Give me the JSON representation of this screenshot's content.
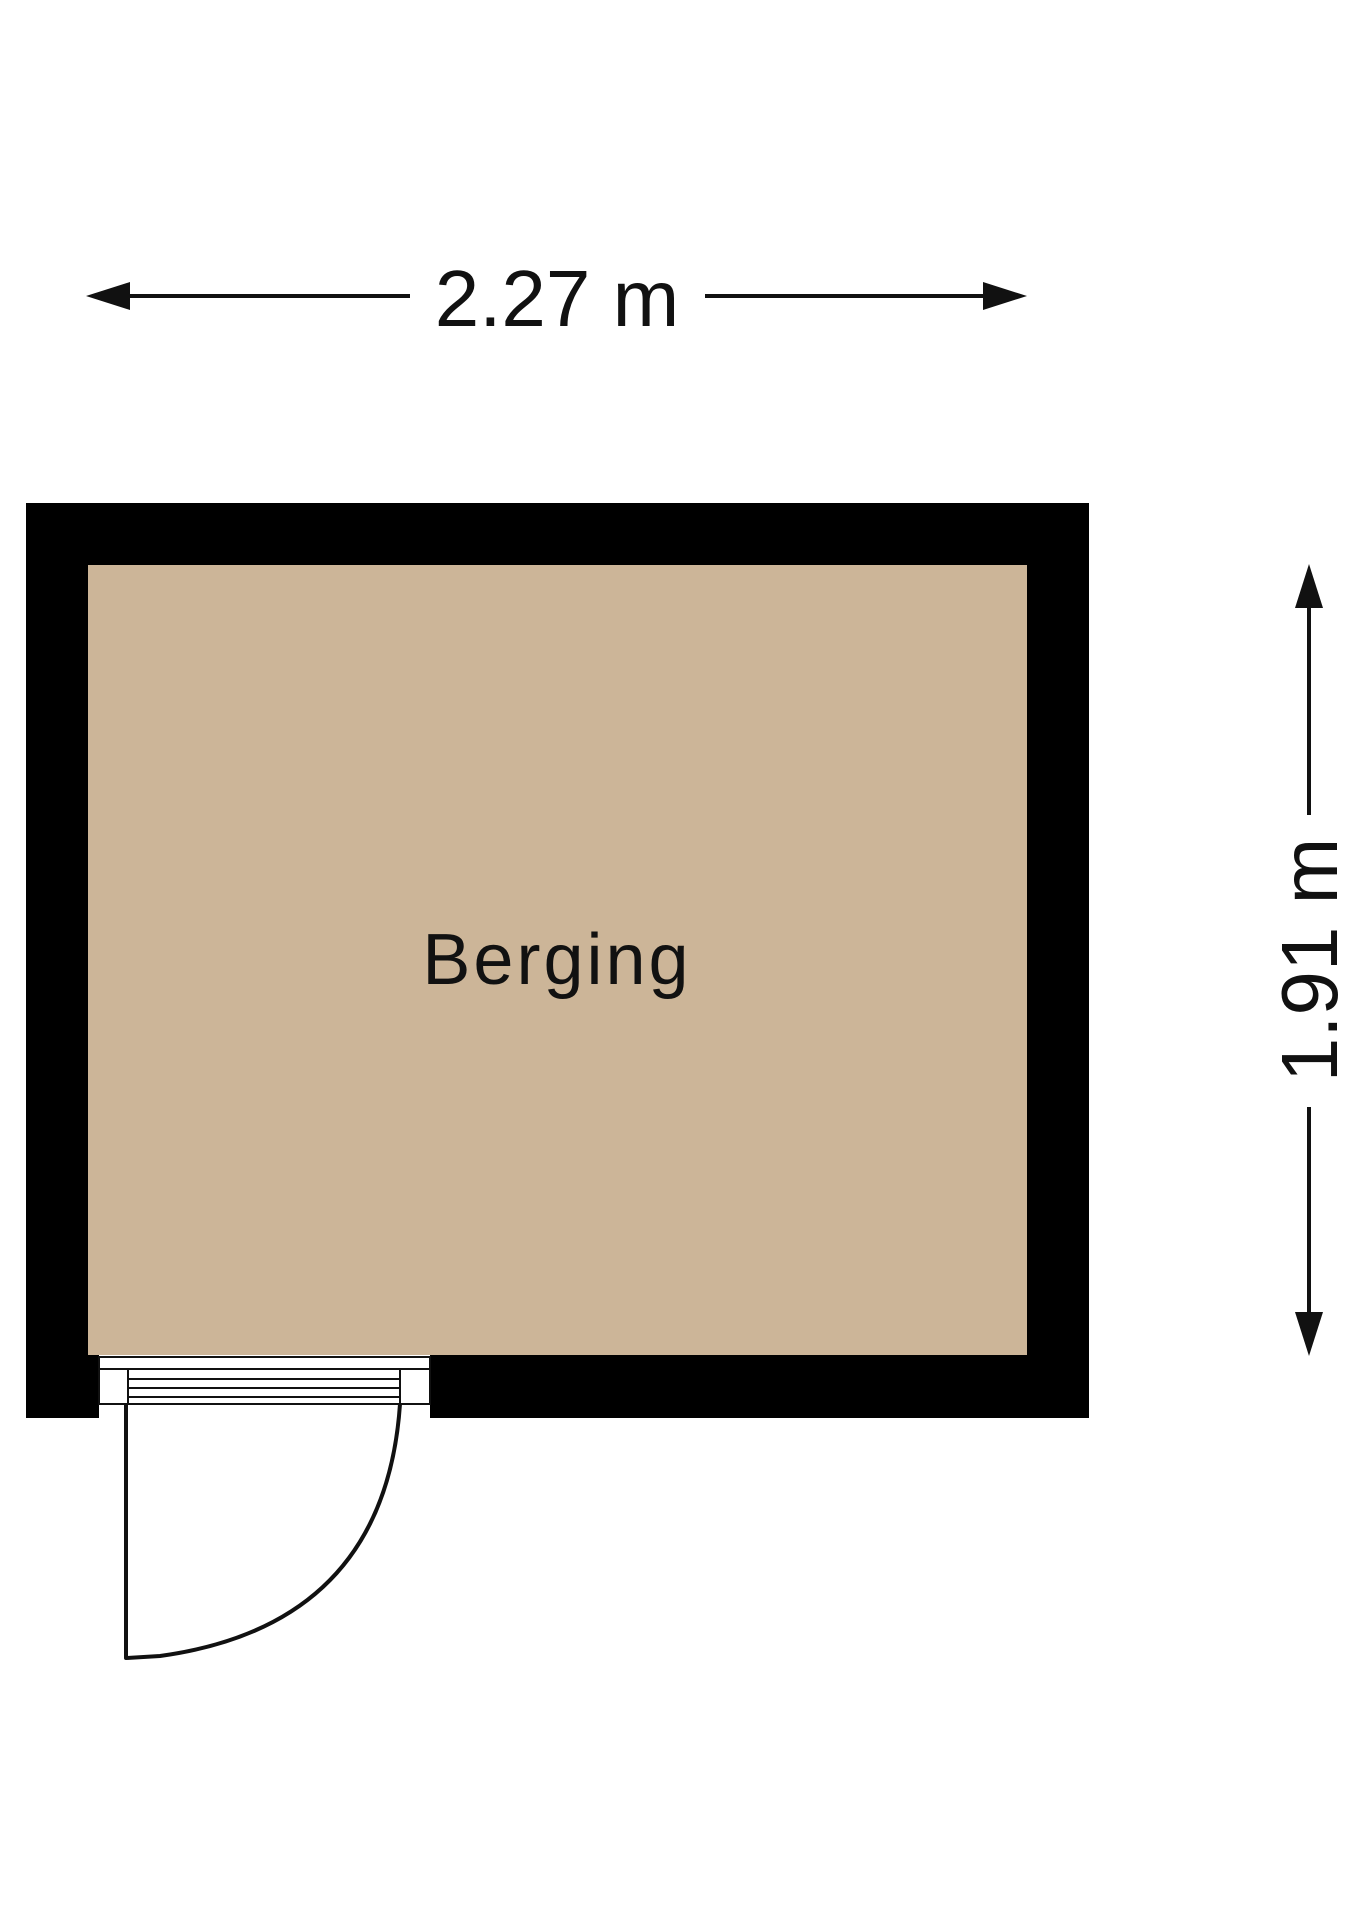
{
  "plan": {
    "room_name": "Berging",
    "width_label": "2.27 m",
    "height_label": "1.91 m"
  },
  "colors": {
    "wall": "#000000",
    "floor": "#ccb598",
    "line": "#111111",
    "background": "#ffffff"
  }
}
